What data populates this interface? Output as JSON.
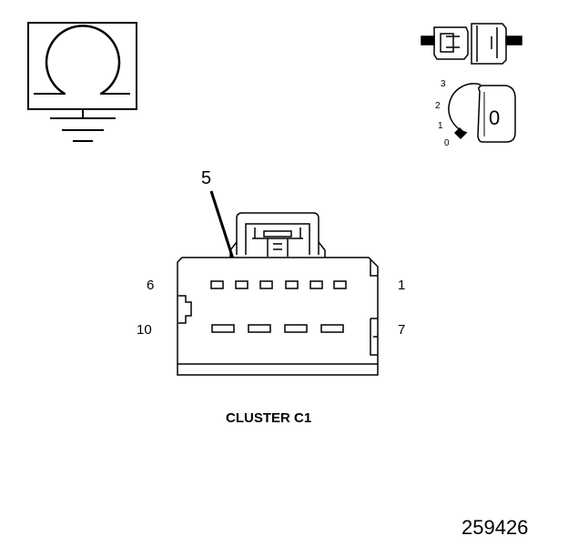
{
  "callout": {
    "label": "5"
  },
  "connector": {
    "name": "CLUSTER C1",
    "pins": {
      "top_left": "6",
      "top_right": "1",
      "bottom_left": "10",
      "bottom_right": "7"
    }
  },
  "ignition_key": {
    "positions": [
      "3",
      "2",
      "1",
      "0"
    ],
    "key_label": "0"
  },
  "symbols": [
    "ground-symbol-icon",
    "connector-plug-icon",
    "ignition-key-icon"
  ],
  "figure_id": "259426"
}
